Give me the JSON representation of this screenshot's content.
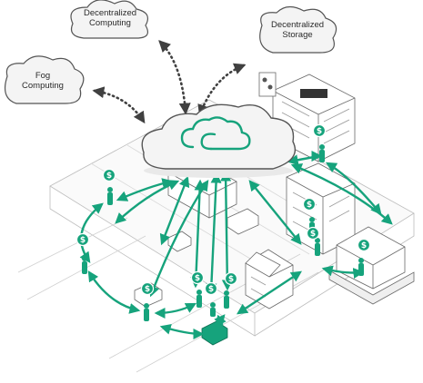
{
  "clouds": {
    "decentralized_computing": "Decentralized\nComputing",
    "decentralized_storage": "Decentralized\nStorage",
    "fog_computing": "Fog\nComputing"
  },
  "icons": {
    "cloud": "cloud-icon",
    "coin": "dollar-coin-icon",
    "person": "person-icon",
    "arrow": "bidirectional-arrow-icon"
  },
  "colors": {
    "accent": "#16a37c",
    "line": "#555555",
    "cloud_fill": "#f4f4f4",
    "arrow_dots": "#404040"
  },
  "coin_symbol": "$"
}
